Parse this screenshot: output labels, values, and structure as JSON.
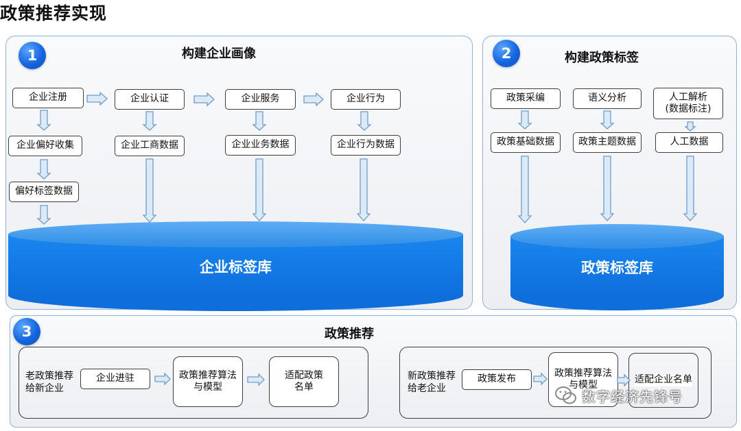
{
  "page_title": "政策推荐实现",
  "section1": {
    "number": "1",
    "title": "构建企业画像",
    "boxes": {
      "reg": "企业注册",
      "auth": "企业认证",
      "svc": "企业服务",
      "beh": "企业行为",
      "pref": "企业偏好收集",
      "biz": "企业工商数据",
      "svcdata": "企业业务数据",
      "behdata": "企业行为数据",
      "tagdata": "偏好标签数据"
    },
    "db_label": "企业标签库"
  },
  "section2": {
    "number": "2",
    "title": "构建政策标签",
    "boxes": {
      "collect": "政策采编",
      "semantic": "语义分析",
      "manual": "人工解析\n(数据标注)",
      "basic": "政策基础数据",
      "topic": "政策主题数据",
      "mandata": "人工数据"
    },
    "db_label": "政策标签库"
  },
  "section3": {
    "number": "3",
    "title": "政策推荐",
    "left": {
      "label": "老政策推荐\n给新企业",
      "step1": "企业进驻",
      "step2": "政策推荐算法\n与模型",
      "step3": "适配政策\n名单"
    },
    "right": {
      "label": "新政策推荐\n给老企业",
      "step1": "政策发布",
      "step2": "政策推荐算法\n与模型",
      "step3": "适配企业名单"
    }
  },
  "watermark": "数字经济先锋号",
  "colors": {
    "db_blue": "#0e6fdc",
    "arrow_fill": "#dbeaf8",
    "arrow_stroke": "#6f9cc9",
    "panel_border": "#8fb0d8"
  }
}
